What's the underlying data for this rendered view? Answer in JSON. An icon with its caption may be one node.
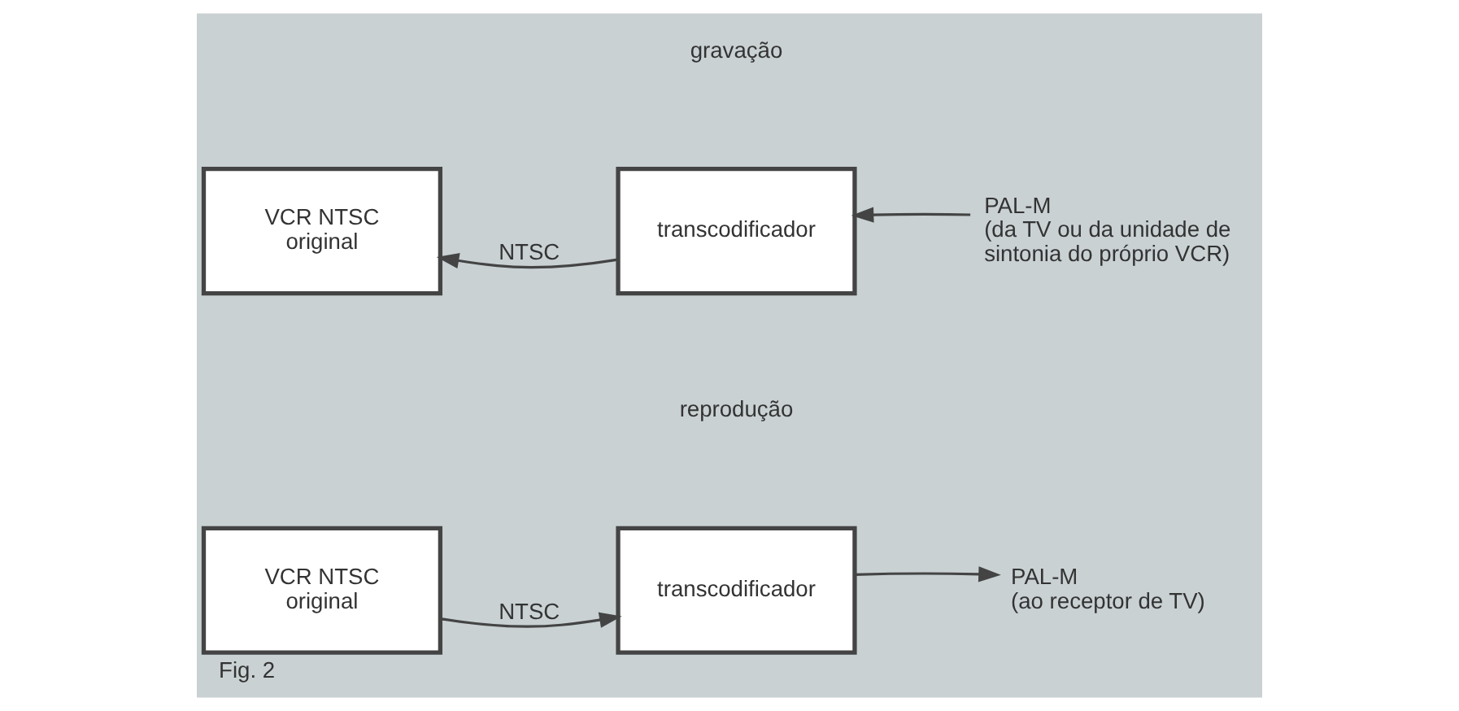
{
  "diagram": {
    "caption": "Fig. 2",
    "nodes": [
      {
        "text": [
          "VCR NTSC original"
        ]
      },
      {
        "text": [
          "transcodificador"
        ]
      },
      {
        "text": [
          "PAL-M",
          "(da TV ou da unidade de sintonia do próprio VCR)"
        ]
      },
      {
        "text": [
          "VCR NTSC original"
        ]
      },
      {
        "text": [
          "transcodificador"
        ]
      },
      {
        "text": [
          "PAL-M",
          "(ao receptor de TV)"
        ]
      }
    ],
    "edges": [
      {
        "from": 1,
        "to": 0,
        "arrow": "to",
        "label": "NTSC"
      },
      {
        "from": 2,
        "to": 1,
        "arrow": "to"
      },
      {
        "from": 3,
        "to": 4,
        "arrow": "to",
        "label": "NTSC"
      },
      {
        "from": 4,
        "to": 5,
        "arrow": "to"
      }
    ],
    "labels": [
      "gravação",
      "reprodução"
    ]
  }
}
